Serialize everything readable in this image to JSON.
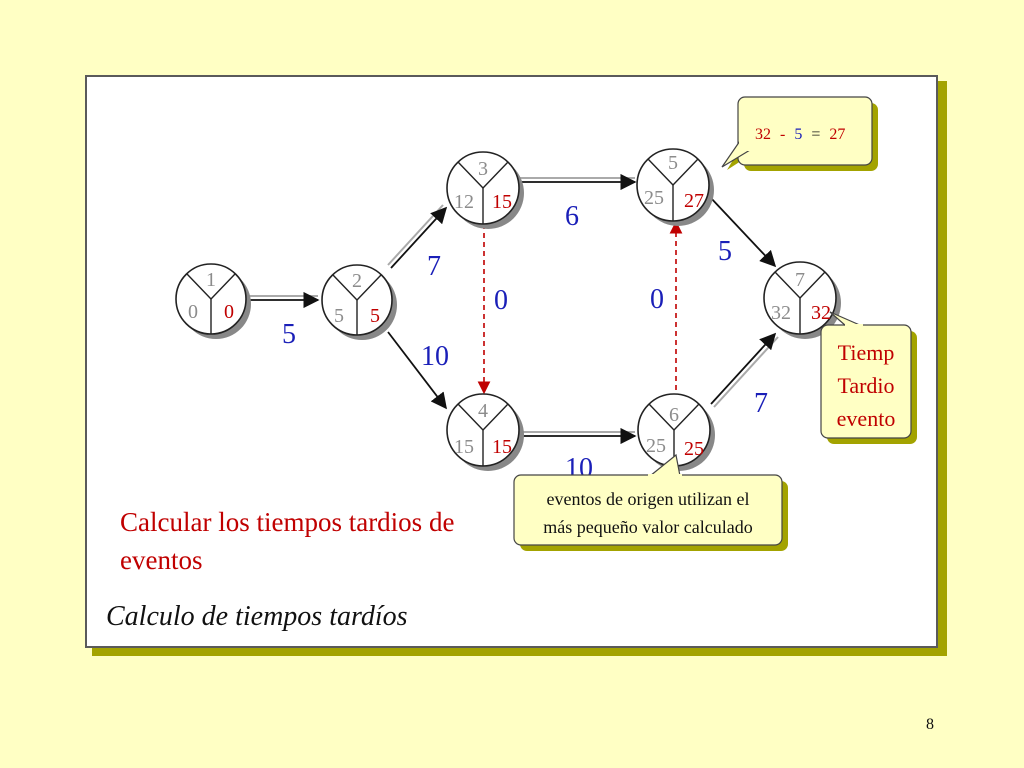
{
  "subtitle": "Calcular los tiempos tardios de eventos",
  "section_title": "Calculo de tiempos tardíos",
  "page_number": "8",
  "colors": {
    "background": "#ffffc4",
    "late_time": "#c00000",
    "duration": "#1a1fb8",
    "early_time": "#8c8c8c",
    "callout_fill": "#ffffc4"
  },
  "nodes": [
    {
      "id": "1",
      "early": "0",
      "late": "0"
    },
    {
      "id": "2",
      "early": "5",
      "late": "5"
    },
    {
      "id": "3",
      "early": "12",
      "late": "15"
    },
    {
      "id": "4",
      "early": "15",
      "late": "15"
    },
    {
      "id": "5",
      "early": "25",
      "late": "27"
    },
    {
      "id": "6",
      "early": "25",
      "late": "25"
    },
    {
      "id": "7",
      "early": "32",
      "late": "32"
    }
  ],
  "activities": [
    {
      "from": "1",
      "to": "2",
      "duration": "5"
    },
    {
      "from": "2",
      "to": "3",
      "duration": "7"
    },
    {
      "from": "2",
      "to": "4",
      "duration": "10"
    },
    {
      "from": "3",
      "to": "4",
      "duration": "0",
      "dummy": true
    },
    {
      "from": "3",
      "to": "5",
      "duration": "6"
    },
    {
      "from": "4",
      "to": "6",
      "duration": "10"
    },
    {
      "from": "6",
      "to": "5",
      "duration": "0",
      "dummy": true
    },
    {
      "from": "5",
      "to": "7",
      "duration": "5"
    },
    {
      "from": "6",
      "to": "7",
      "duration": "7"
    }
  ],
  "callouts": {
    "calc": {
      "a": "32",
      "op": "-",
      "b": "5",
      "eq": "=",
      "result": "27"
    },
    "late_event": [
      "Tiemp",
      "Tardio",
      "evento"
    ],
    "origin_note": [
      "eventos de origen utilizan el",
      "más pequeño valor calculado"
    ]
  }
}
